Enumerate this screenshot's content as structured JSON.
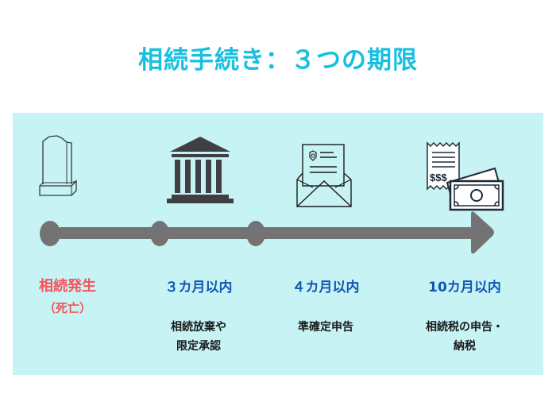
{
  "title": "相続手続き：３つの期限",
  "colors": {
    "title": "#17c0e0",
    "panel_bg": "#c7f3f5",
    "timeline": "#737373",
    "start_label": "#f2555a",
    "period_label": "#1456b0",
    "icon_dark": "#3f3f44"
  },
  "milestones": [
    {
      "icon": "gravestone-icon",
      "label": "相続発生",
      "sublabel": "（死亡）",
      "description": []
    },
    {
      "icon": "courthouse-icon",
      "label": "３カ月以内",
      "description": [
        "相続放棄や",
        "限定承認"
      ]
    },
    {
      "icon": "tax-document-envelope-icon",
      "label": "４カ月以内",
      "description": [
        "準確定申告"
      ]
    },
    {
      "icon": "receipt-money-icon",
      "label": "10カ月以内",
      "description": [
        "相続税の申告・",
        "納税"
      ]
    }
  ]
}
